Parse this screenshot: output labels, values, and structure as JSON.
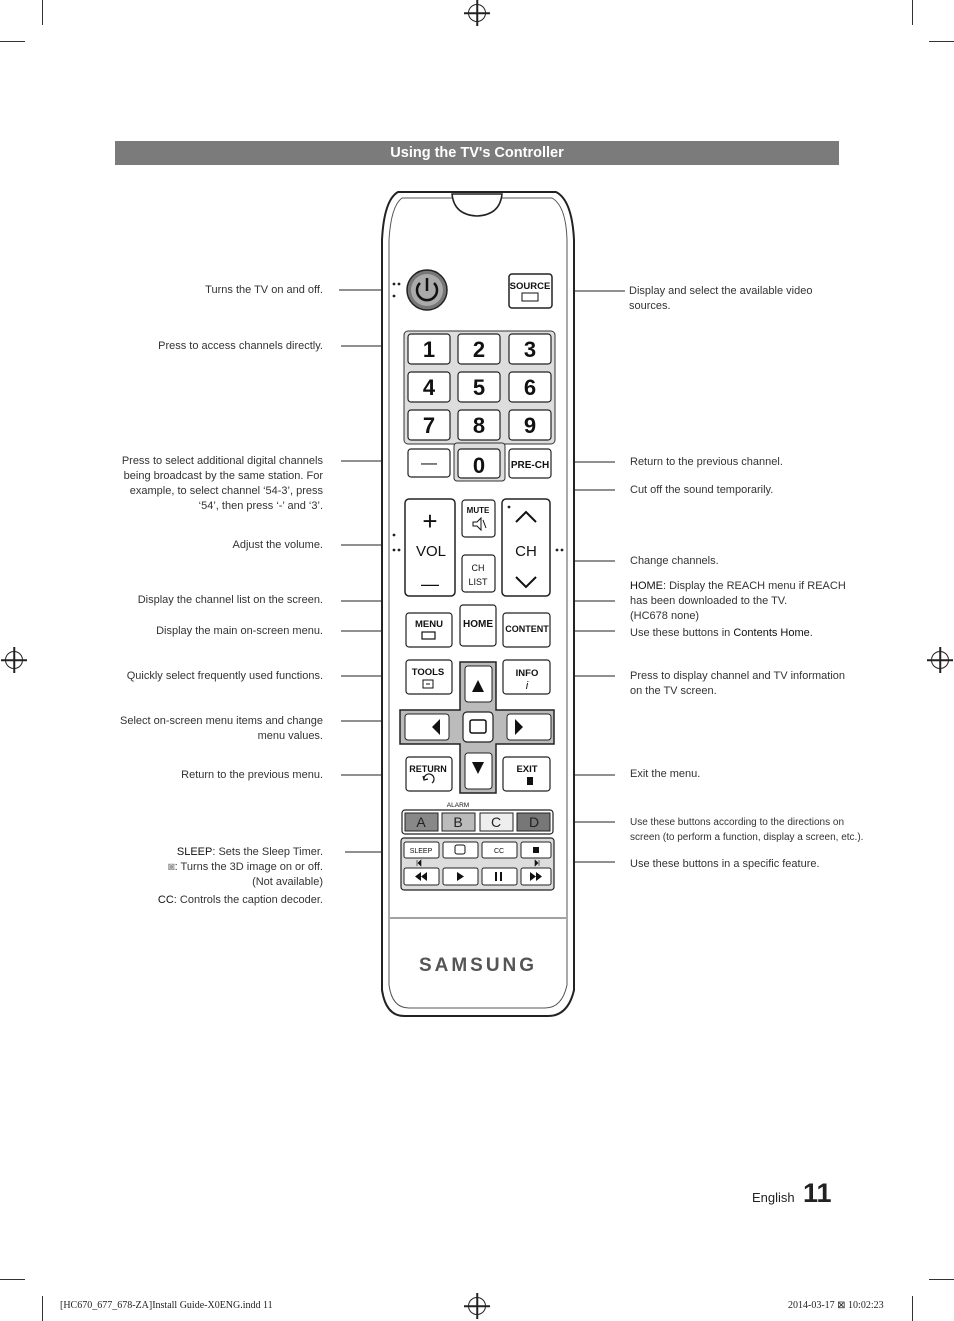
{
  "header": {
    "title": "Using the TV's Controller"
  },
  "left_labels": {
    "power": "Turns the TV on and off.",
    "numbers": "Press to access channels directly.",
    "dash_l1": "Press to select additional digital channels",
    "dash_l2": "being broadcast by the same station. For",
    "dash_l3": "example, to select channel ‘54-3’, press",
    "dash_l4": "‘54’, then press ‘-’ and ‘3’.",
    "volume": "Adjust the volume.",
    "ch_list": "Display the channel list on the screen.",
    "menu": "Display the main on-screen menu.",
    "tools": "Quickly select frequently used functions.",
    "select_l1": "Select on-screen menu items and change",
    "select_l2": "menu values.",
    "return": "Return to the previous menu.",
    "sleep_key": "SLEEP",
    "sleep_desc": ": Sets the Sleep Timer.",
    "three_d_desc": ": Turns the 3D image on or off.",
    "three_d_note": "(Not available)",
    "cc_key": "CC",
    "cc_desc": ": Controls the caption decoder."
  },
  "right_labels": {
    "source_l1": "Display and select the available video",
    "source_l2": "sources.",
    "prech": "Return to the previous channel.",
    "mute": "Cut off the sound temporarily.",
    "channel": "Change channels.",
    "home_key": "HOME",
    "home_l1": ": Display the REACH menu if REACH",
    "home_l2": "has been downloaded to the TV.",
    "home_l3": "(HC678 none)",
    "content_pre": "Use these buttons in ",
    "content_key": "Contents Home",
    "content_post": ".",
    "info_l1": "Press to display channel and TV information",
    "info_l2": "on the TV screen.",
    "exit": "Exit the menu.",
    "color_l1": "Use these buttons according to the directions on",
    "color_l2": "screen (to perform a function, display a screen, etc.).",
    "playback": "Use these buttons in a specific feature."
  },
  "remote": {
    "source": "SOURCE",
    "digits": [
      "1",
      "2",
      "3",
      "4",
      "5",
      "6",
      "7",
      "8",
      "9"
    ],
    "zero": "0",
    "dash": "—",
    "prech": "PRE-CH",
    "vol": "VOL",
    "plus": "+",
    "minus": "—",
    "mute": "MUTE",
    "ch": "CH",
    "chlist_1": "CH",
    "chlist_2": "LIST",
    "menu": "MENU",
    "home": "HOME",
    "content": "CONTENT",
    "tools": "TOOLS",
    "info": "INFO",
    "return": "RETURN",
    "exit": "EXIT",
    "alarm": "ALARM",
    "color_a": "A",
    "color_b": "B",
    "color_c": "C",
    "color_d": "D",
    "sleep": "SLEEP",
    "cc": "CC",
    "brand": "SAMSUNG"
  },
  "footer": {
    "language": "English",
    "page_number": "11",
    "slug_left": "[HC670_677_678-ZA]Install Guide-X0ENG.indd   11",
    "slug_right": "2014-03-17   ⊠ 10:02:23"
  }
}
